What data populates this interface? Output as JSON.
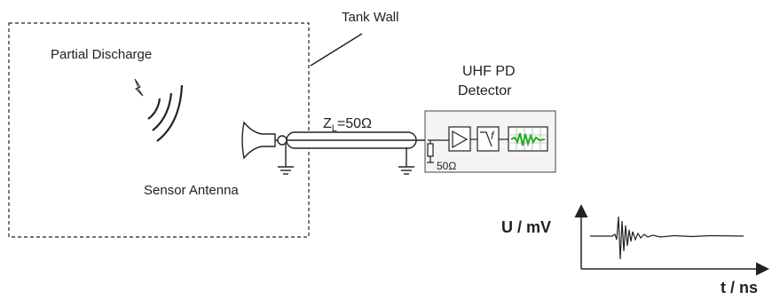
{
  "labels": {
    "tank_wall": "Tank Wall",
    "partial_discharge": "Partial Discharge",
    "sensor_antenna": "Sensor Antenna",
    "detector_line1": "UHF PD",
    "detector_line2": "Detector",
    "cable_impedance_main": "Z",
    "cable_impedance_sub": "L",
    "cable_impedance_value": "=50Ω",
    "termination": "50Ω",
    "filter_symbol": "f",
    "y_axis": "U / mV",
    "x_axis": "t / ns"
  },
  "colors": {
    "line": "#222222",
    "signal": "#22aa22",
    "box_fill": "#f4f4f4"
  },
  "icons": {
    "discharge": "lightning-icon",
    "amplifier": "amplifier-triangle-icon",
    "filter": "lowpass-filter-icon",
    "display": "oscilloscope-screen-icon",
    "ground": "ground-icon"
  }
}
